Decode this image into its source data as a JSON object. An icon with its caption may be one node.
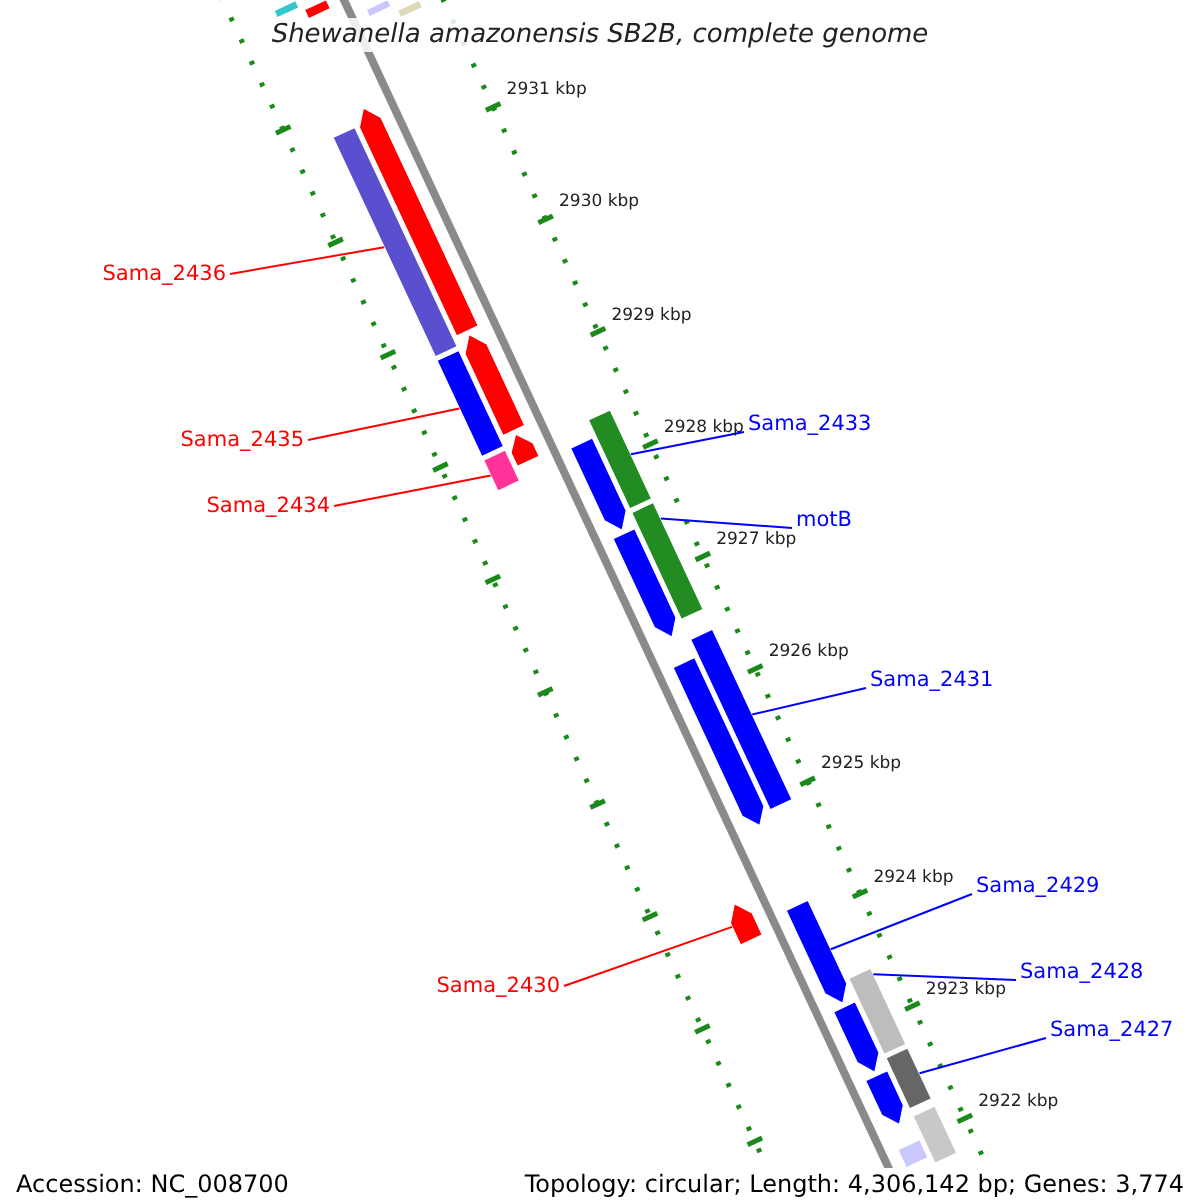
{
  "diagram": {
    "title": "Shewanella amazonensis SB2B, complete genome",
    "nodes": [
      {
        "text": [
          "Sama_2436"
        ]
      },
      {
        "text": [],
        "shape": "bar"
      },
      {
        "text": [
          "Sama_2433"
        ]
      },
      {
        "text": [],
        "shape": "bar"
      },
      {
        "text": [
          "Sama_2435"
        ]
      },
      {
        "text": [],
        "shape": "bar"
      },
      {
        "text": [
          "Sama_2434"
        ]
      },
      {
        "text": [],
        "shape": "bar"
      },
      {
        "text": [
          "motB"
        ]
      },
      {
        "text": [],
        "shape": "bar"
      },
      {
        "text": [
          "Sama_2431"
        ]
      },
      {
        "text": [],
        "shape": "bar"
      },
      {
        "text": [
          "Sama_2429"
        ]
      },
      {
        "text": [],
        "shape": "bar"
      },
      {
        "text": [
          "Sama_2428"
        ]
      },
      {
        "text": [],
        "shape": "bar"
      },
      {
        "text": [
          "Sama_2430"
        ]
      },
      {
        "text": [],
        "shape": "bar"
      },
      {
        "text": [
          "Sama_2427"
        ]
      },
      {
        "text": [],
        "shape": "bar"
      },
      {
        "text": [],
        "shape": "bar"
      },
      {
        "text": [],
        "shape": "bar"
      },
      {
        "text": [],
        "shape": "bar"
      },
      {
        "text": [],
        "shape": "bar"
      },
      {
        "text": [],
        "shape": "bar"
      },
      {
        "text": [],
        "shape": "bar"
      },
      {
        "text": [],
        "shape": "bar"
      },
      {
        "text": [],
        "shape": "bar"
      },
      {
        "text": [],
        "shape": "bar"
      },
      {
        "text": [],
        "shape": "bar"
      },
      {
        "text": [],
        "shape": "bar"
      },
      {
        "text": [],
        "shape": "bar"
      },
      {
        "text": [],
        "shape": "bar"
      },
      {
        "text": [],
        "shape": "bar"
      }
    ],
    "edges": [
      {
        "from": 0,
        "to": 1,
        "arrow": "none",
        "color": "#ff0000"
      },
      {
        "from": 2,
        "to": 3,
        "arrow": "none"
      },
      {
        "from": 4,
        "to": 5,
        "arrow": "none",
        "color": "#ff0000"
      },
      {
        "from": 6,
        "to": 7,
        "arrow": "none",
        "color": "#ff0000"
      },
      {
        "from": 8,
        "to": 9,
        "arrow": "none"
      },
      {
        "from": 10,
        "to": 11,
        "arrow": "none"
      },
      {
        "from": 12,
        "to": 13,
        "arrow": "none"
      },
      {
        "from": 14,
        "to": 15,
        "arrow": "none"
      },
      {
        "from": 16,
        "to": 17,
        "arrow": "none",
        "color": "#ff0000"
      },
      {
        "from": 18,
        "to": 19,
        "arrow": "none"
      }
    ],
    "labels": [
      "2931 kbp",
      "2930 kbp",
      "2929 kbp",
      "2928 kbp",
      "2927 kbp",
      "2926 kbp",
      "2925 kbp",
      "2924 kbp",
      "2923 kbp",
      "2922 kbp",
      "Accession: NC_008700",
      "Topology: circular; Length: 4,306,142 bp; Genes: 3,774"
    ]
  }
}
